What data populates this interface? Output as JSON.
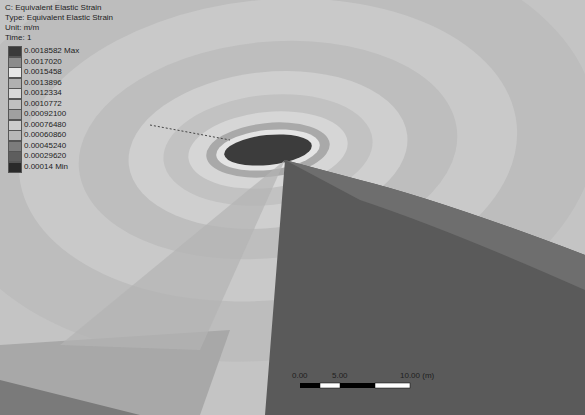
{
  "diagram": {
    "labels": [
      "C: Equivalent Elastic Strain",
      "Type: Equivalent Elastic Strain",
      "Unit: m/m",
      "Time: 1",
      "0.00",
      "5.00",
      "10.00 (m)"
    ],
    "legend": [
      {
        "text": "0.0018582 Max",
        "color": "#3a3a3a"
      },
      {
        "text": "0.0017020",
        "color": "#8c8c8c"
      },
      {
        "text": "0.0015458",
        "color": "#e8e8e8"
      },
      {
        "text": "0.0013896",
        "color": "#b0b0b0"
      },
      {
        "text": "0.0012334",
        "color": "#d8d8d8"
      },
      {
        "text": "0.0010772",
        "color": "#c0c0c0"
      },
      {
        "text": "0.00092100",
        "color": "#a0a0a0"
      },
      {
        "text": "0.00076480",
        "color": "#cccccc"
      },
      {
        "text": "0.00060860",
        "color": "#b8b8b8"
      },
      {
        "text": "0.00045240",
        "color": "#7c7c7c"
      },
      {
        "text": "0.00029620",
        "color": "#5e5e5e"
      },
      {
        "text": "0.00014 Min",
        "color": "#2a2a2a"
      }
    ]
  }
}
